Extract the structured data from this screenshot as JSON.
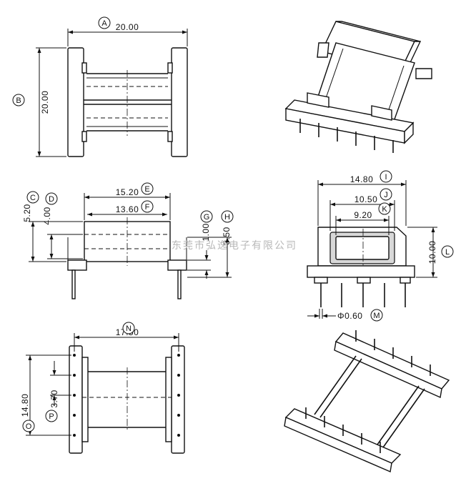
{
  "drawing": {
    "watermark": "东莞市弘逸电子有限公司",
    "dimensions": [
      {
        "id": "A",
        "value": "20.00"
      },
      {
        "id": "B",
        "value": "20.00"
      },
      {
        "id": "C",
        "value": "5.20"
      },
      {
        "id": "D",
        "value": "4.00"
      },
      {
        "id": "E",
        "value": "15.20"
      },
      {
        "id": "F",
        "value": "13.60"
      },
      {
        "id": "G",
        "value": "1.00"
      },
      {
        "id": "H",
        "value": "3.50"
      },
      {
        "id": "I",
        "value": "14.80"
      },
      {
        "id": "J",
        "value": "10.50"
      },
      {
        "id": "K",
        "value": "9.20"
      },
      {
        "id": "L",
        "value": "10.00"
      },
      {
        "id": "M",
        "value": "Φ0.60"
      },
      {
        "id": "N",
        "value": "17.50"
      },
      {
        "id": "O",
        "value": "14.80"
      },
      {
        "id": "P",
        "value": "3.70"
      }
    ]
  }
}
